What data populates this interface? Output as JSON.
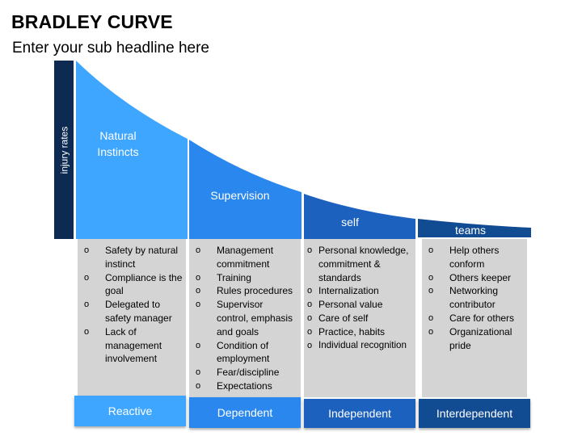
{
  "header": {
    "title": "BRADLEY CURVE",
    "subtitle": "Enter your sub headline here"
  },
  "axis": {
    "label": "injury rates"
  },
  "colors": {
    "stage1": "#3ea6ff",
    "stage2": "#2a87ee",
    "stage3": "#1b61bd",
    "stage4": "#114b92",
    "axis": "#0d2b52",
    "column": "#d4d4d4"
  },
  "stages": [
    {
      "label": "Natural Instincts",
      "footer": "Reactive",
      "items": [
        "Safety by natural instinct",
        "Compliance is the goal",
        "Delegated to safety manager",
        "Lack of management involvement"
      ]
    },
    {
      "label": "Supervision",
      "footer": "Dependent",
      "items": [
        "Management commitment",
        "Training",
        "Rules procedures",
        "Supervisor control, emphasis and goals",
        "Condition of employment",
        "Fear/discipline",
        "Expectations"
      ]
    },
    {
      "label": "self",
      "footer": "Independent",
      "items": [
        "Personal knowledge, commitment & standards",
        "Internalization",
        "Personal value",
        "Care of self",
        "Practice, habits",
        "Individual recognition"
      ]
    },
    {
      "label": "teams",
      "footer": "Interdependent",
      "items": [
        "Help others conform",
        "Others keeper",
        "Networking contributor",
        "Care for others",
        "Organizational pride"
      ]
    }
  ]
}
